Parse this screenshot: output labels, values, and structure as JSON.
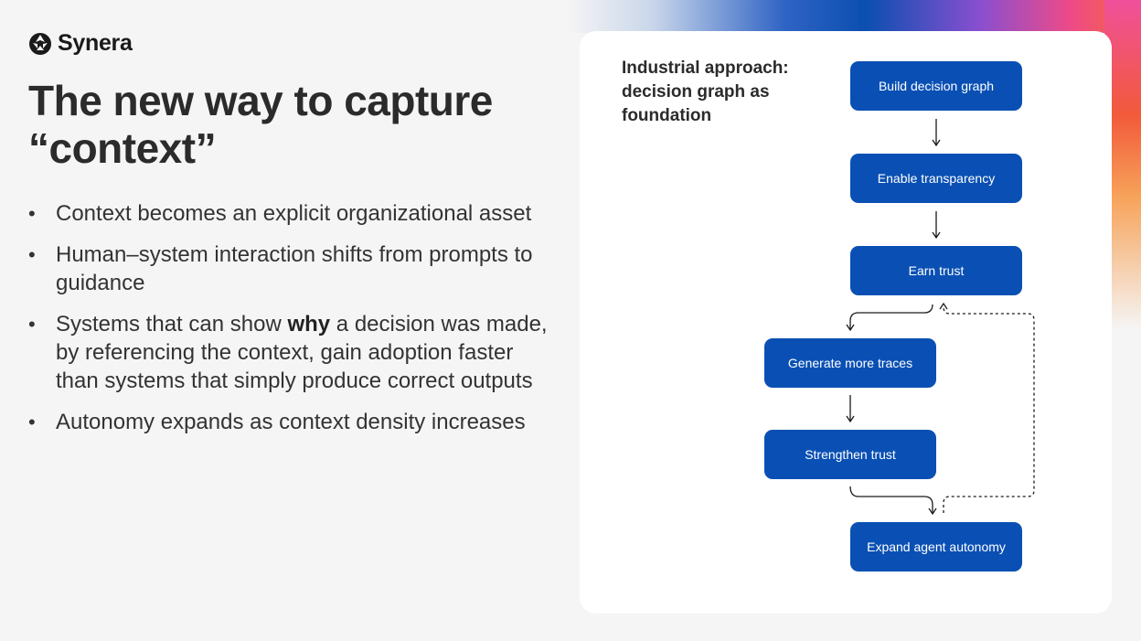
{
  "brand": {
    "name": "Synera"
  },
  "title": {
    "line1": "The new way to capture",
    "line2": "“context”"
  },
  "bullets": [
    {
      "text": "Context becomes an explicit organizational asset"
    },
    {
      "text": "Human–system interaction shifts from prompts to guidance"
    },
    {
      "before": "Systems that can show ",
      "strong": "why",
      "after": " a decision was made, by referencing the context, gain adoption faster than systems that simply produce correct outputs"
    },
    {
      "text": "Autonomy expands as context density increases"
    }
  ],
  "card": {
    "heading": {
      "line1": "Industrial approach:",
      "line2": "decision graph as",
      "line3": "foundation"
    },
    "nodes": [
      {
        "label": "Build decision graph"
      },
      {
        "label": "Enable transparency"
      },
      {
        "label": "Earn trust"
      },
      {
        "label": "Generate more traces"
      },
      {
        "label": "Strengthen trust"
      },
      {
        "label": "Expand agent autonomy"
      }
    ]
  },
  "colors": {
    "node_fill": "#0a50b4",
    "node_text": "#ffffff",
    "title_text": "#2b2b2b",
    "page_background": "#f5f5f5",
    "card_background": "#ffffff"
  }
}
